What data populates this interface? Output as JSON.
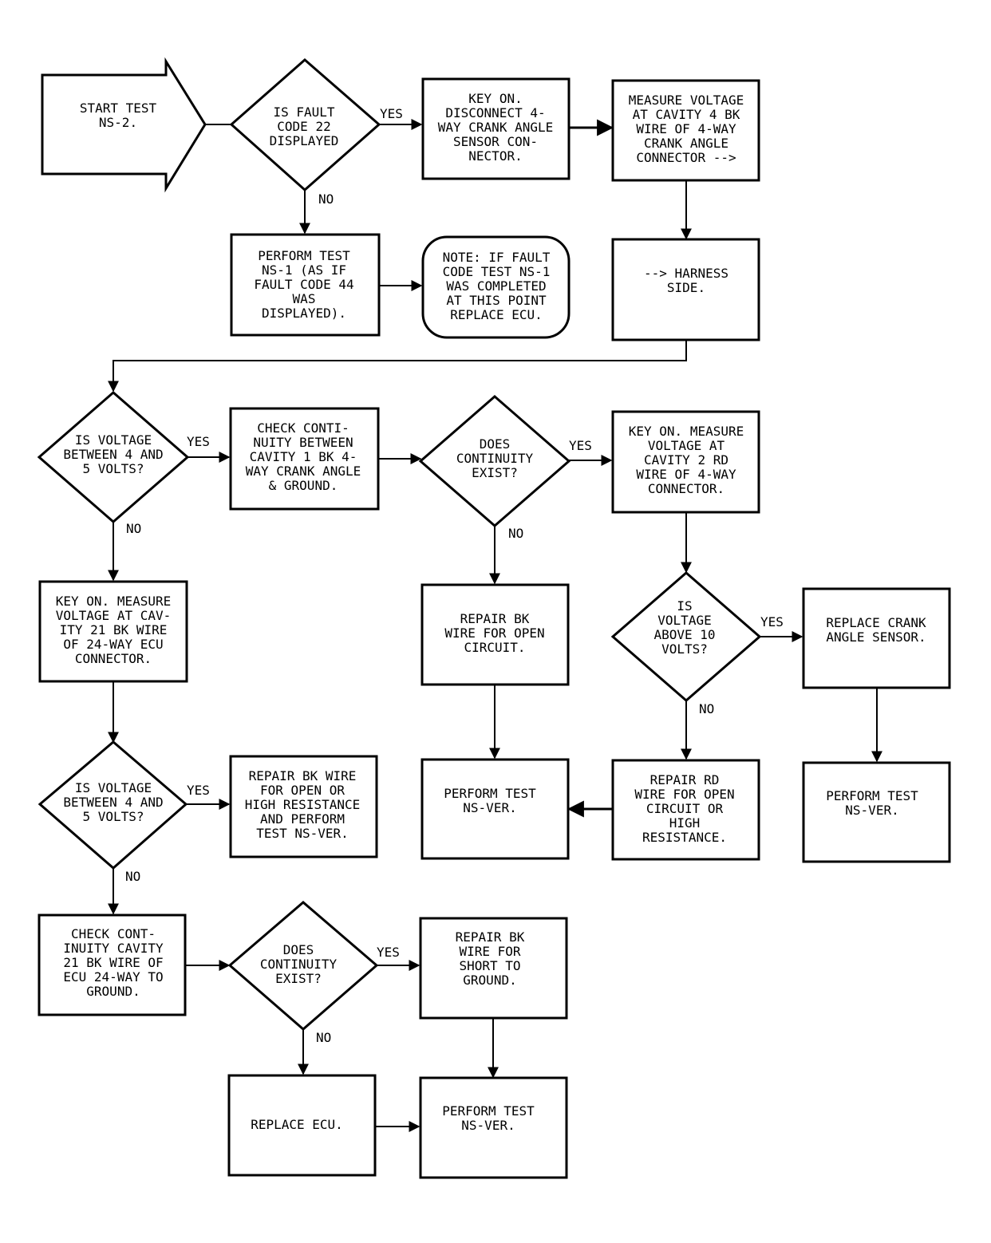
{
  "nodes": {
    "start": [
      "START TEST",
      "NS-2."
    ],
    "d_fault22": [
      "IS FAULT",
      "CODE 22",
      "DISPLAYED"
    ],
    "key_on_disconnect": [
      "KEY ON.",
      "DISCONNECT 4-",
      "WAY CRANK ANGLE",
      "SENSOR CON-",
      "NECTOR."
    ],
    "measure_cavity4": [
      "MEASURE VOLTAGE",
      "AT CAVITY 4 BK",
      "WIRE OF 4-WAY",
      "CRANK ANGLE",
      "CONNECTOR -->"
    ],
    "perform_ns1": [
      "PERFORM TEST",
      "NS-1 (AS IF",
      "FAULT CODE 44",
      "WAS",
      "DISPLAYED)."
    ],
    "note_ns1": [
      "NOTE: IF FAULT",
      "CODE TEST NS-1",
      "WAS COMPLETED",
      "AT THIS POINT",
      "REPLACE ECU."
    ],
    "harness_side": [
      "--> HARNESS",
      "SIDE."
    ],
    "d_volt_4_5_a": [
      "IS VOLTAGE",
      "BETWEEN 4 AND",
      "5 VOLTS?"
    ],
    "check_cont_cav1": [
      "CHECK CONTI-",
      "NUITY BETWEEN",
      "CAVITY 1 BK 4-",
      "WAY CRANK ANGLE",
      "& GROUND."
    ],
    "d_cont_a": [
      "DOES",
      "CONTINUITY",
      "EXIST?"
    ],
    "key_on_cav2": [
      "KEY ON. MEASURE",
      "VOLTAGE AT",
      "CAVITY 2 RD",
      "WIRE OF 4-WAY",
      "CONNECTOR."
    ],
    "key_on_cav21": [
      "KEY ON. MEASURE",
      "VOLTAGE AT CAV-",
      "ITY 21 BK WIRE",
      "OF 24-WAY ECU",
      "CONNECTOR."
    ],
    "repair_bk_open": [
      "REPAIR BK",
      "WIRE FOR OPEN",
      "CIRCUIT."
    ],
    "d_above10": [
      "IS",
      "VOLTAGE",
      "ABOVE 10",
      "VOLTS?"
    ],
    "replace_crank": [
      "REPLACE CRANK",
      "ANGLE SENSOR."
    ],
    "d_volt_4_5_b": [
      "IS VOLTAGE",
      "BETWEEN 4 AND",
      "5 VOLTS?"
    ],
    "repair_bk_high": [
      "REPAIR BK WIRE",
      "FOR OPEN OR",
      "HIGH RESISTANCE",
      "AND PERFORM",
      "TEST NS-VER."
    ],
    "perform_nsver_1": [
      "PERFORM TEST",
      "NS-VER."
    ],
    "repair_rd": [
      "REPAIR RD",
      "WIRE FOR OPEN",
      "CIRCUIT OR",
      "HIGH",
      "RESISTANCE."
    ],
    "perform_nsver_2": [
      "PERFORM TEST",
      "NS-VER."
    ],
    "check_cont_cav21": [
      "CHECK CONT-",
      "INUITY CAVITY",
      "21 BK WIRE OF",
      "ECU 24-WAY TO",
      "GROUND."
    ],
    "d_cont_b": [
      "DOES",
      "CONTINUITY",
      "EXIST?"
    ],
    "repair_bk_short": [
      "REPAIR BK",
      "WIRE FOR",
      "SHORT TO",
      "GROUND."
    ],
    "replace_ecu": [
      "REPLACE ECU."
    ],
    "perform_nsver_3": [
      "PERFORM TEST",
      "NS-VER."
    ]
  },
  "edge_labels": {
    "yes": "YES",
    "no": "NO"
  }
}
